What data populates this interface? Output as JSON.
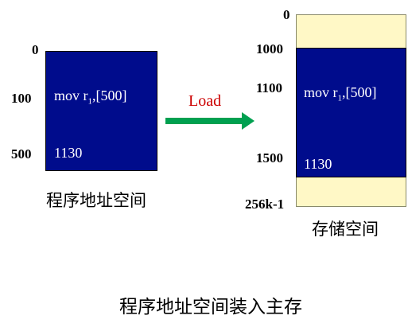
{
  "program_space": {
    "addresses": [
      "0",
      "100",
      "500"
    ],
    "instruction": {
      "op": "mov  r",
      "sub": "1",
      "rest": ",[500]"
    },
    "value": "1130",
    "caption": "程序地址空间"
  },
  "arrow": {
    "label": "Load",
    "label_color": "#cc0000",
    "arrow_color": "#00a050"
  },
  "main_memory": {
    "addresses": [
      "0",
      "1000",
      "1100",
      "1500",
      "256k-1"
    ],
    "instruction": {
      "op": "mov  r",
      "sub": "1",
      "rest": ",[500]"
    },
    "value": "1130",
    "caption": "存储空间"
  },
  "title": "程序地址空间装入主存",
  "colors": {
    "block": "#000c8c",
    "memory_bg": "#fff8c6"
  }
}
